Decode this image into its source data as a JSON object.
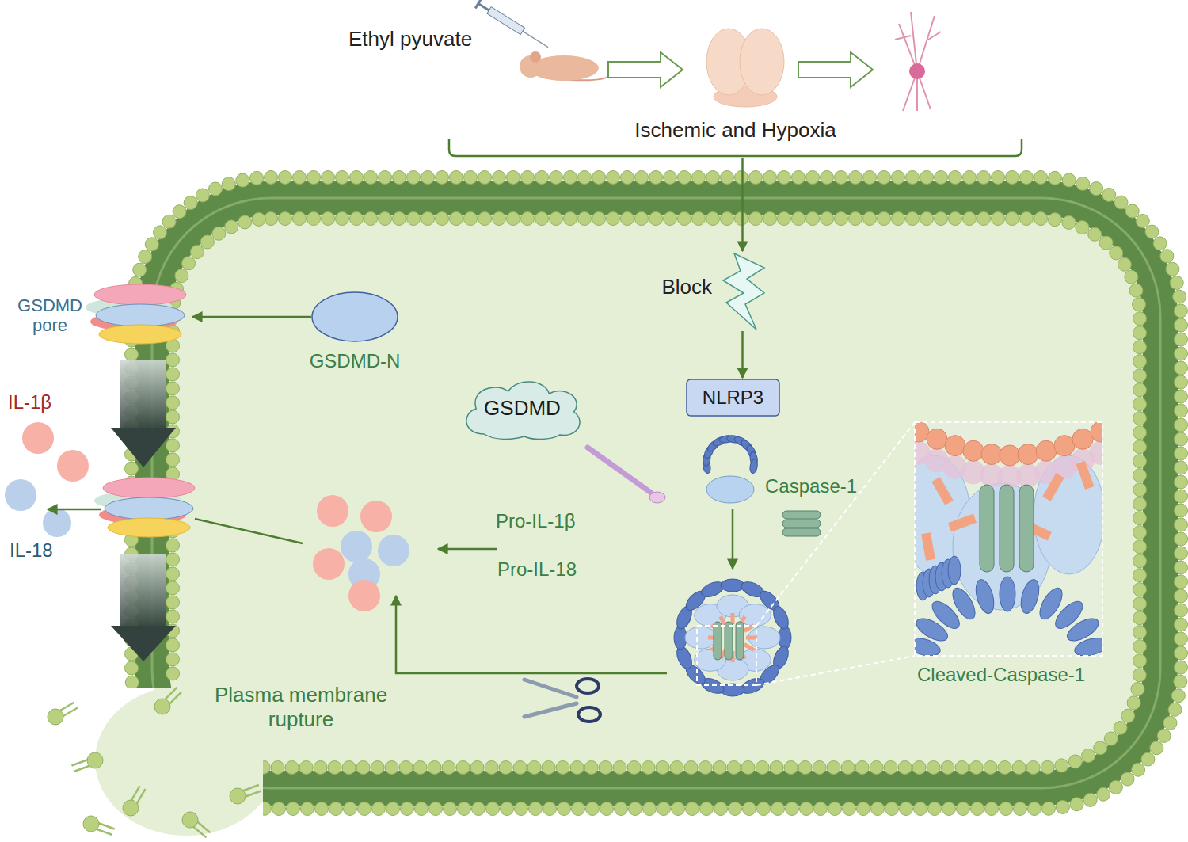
{
  "diagram": {
    "nodes": [
      {
        "text": [
          "Ischemic and Hypoxia"
        ]
      },
      {
        "text": [
          "Block"
        ]
      },
      {
        "text": [
          "NLRP3"
        ]
      },
      {
        "text": [
          "Caspase-1"
        ]
      },
      {
        "text": [
          "GSDMD"
        ]
      },
      {
        "text": [
          "GSDMD-N"
        ]
      },
      {
        "text": [
          "GSDMD pore"
        ]
      }
    ],
    "edges": [
      {
        "from": 0,
        "to": 1,
        "arrow": "to"
      },
      {
        "from": 1,
        "to": 2,
        "arrow": "to"
      },
      {
        "from": 5,
        "to": 6,
        "arrow": "to"
      }
    ],
    "labels": [
      "Ethyl pyuvate",
      "IL-1β",
      "IL-18",
      "Pro-IL-1β",
      "Pro-IL-18",
      "Cleaved-Caspase-1",
      "Plasma membrane rupture"
    ]
  }
}
